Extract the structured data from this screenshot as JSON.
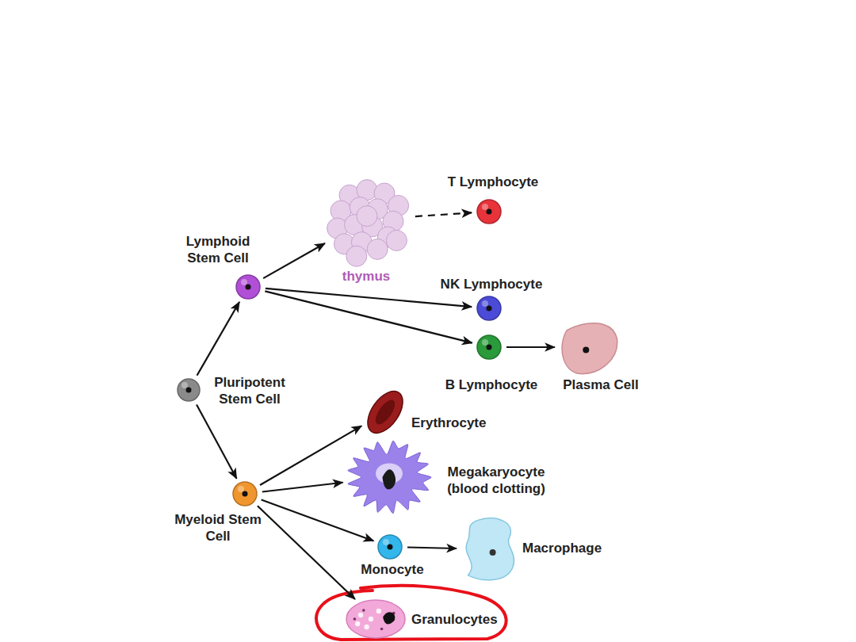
{
  "diagram": {
    "nodes": [
      {
        "text": [
          "Lymphoid Stem Cell"
        ]
      },
      {
        "text": [
          "thymus"
        ]
      },
      {
        "text": [
          "T Lymphocyte"
        ]
      },
      {
        "text": [
          "NK Lymphocyte"
        ]
      },
      {
        "text": [
          "B Lymphocyte"
        ]
      },
      {
        "text": [
          "Plasma Cell"
        ]
      },
      {
        "text": [
          "Pluripotent Stem Cell"
        ]
      },
      {
        "text": [
          "Erythrocyte"
        ]
      },
      {
        "text": [
          "Megakaryocyte (blood clotting)"
        ]
      },
      {
        "text": [
          "Monocyte"
        ]
      },
      {
        "text": [
          "Macrophage"
        ]
      },
      {
        "text": [
          "Myeloid Stem Cell"
        ]
      },
      {
        "text": [
          "Granulocytes"
        ]
      }
    ],
    "edges": [
      {
        "from": 6,
        "to": 0,
        "arrow": "to"
      },
      {
        "from": 6,
        "to": 11,
        "arrow": "to"
      },
      {
        "from": 0,
        "to": 1,
        "arrow": "to"
      },
      {
        "from": 1,
        "to": 2,
        "arrow": "to"
      },
      {
        "from": 0,
        "to": 3,
        "arrow": "to"
      },
      {
        "from": 0,
        "to": 4,
        "arrow": "to"
      },
      {
        "from": 4,
        "to": 5,
        "arrow": "to"
      },
      {
        "from": 11,
        "to": 7,
        "arrow": "to"
      },
      {
        "from": 11,
        "to": 8,
        "arrow": "to"
      },
      {
        "from": 11,
        "to": 9,
        "arrow": "to"
      },
      {
        "from": 9,
        "to": 10,
        "arrow": "to"
      },
      {
        "from": 11,
        "to": 12,
        "arrow": "to"
      }
    ]
  }
}
